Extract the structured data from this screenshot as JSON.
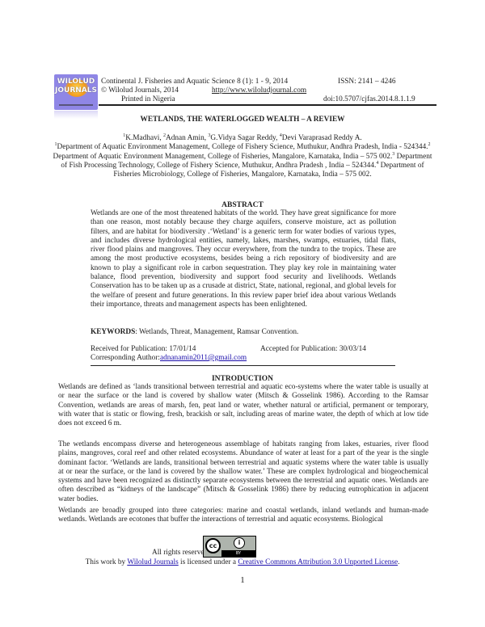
{
  "header": {
    "logo": {
      "line1": "WILOLUD",
      "line2": "JOURNALS"
    },
    "journal": "Continental J. Fisheries and Aquatic Science 8 (1): 1 - 9, 2014",
    "issn": "ISSN: 2141 – 4246",
    "copyright": "© Wilolud Journals, 2014",
    "url": "http://www.wiloludjournal.com",
    "printed": "Printed in Nigeria",
    "doi": "doi:10.5707/cjfas.2014.8.1.1.9"
  },
  "title": "WETLANDS, THE WATERLOGGED WEALTH – A REVIEW",
  "authors": {
    "a1": "K.Madhavi, ",
    "a2": "Adnan Amin, ",
    "a3": "G.Vidya Sagar Reddy, ",
    "a4": "Devi Varaprasad Reddy A.",
    "aff1": "Department of Aquatic Environment Management, College of Fishery Science, Muthukur, Andhra Pradesh, India - 524344.",
    "aff2": " Department of Aquatic Environment Management, College of Fisheries, Mangalore, Karnataka, India – 575 002.",
    "aff3": " Department of Fish Processing Technology, College of Fishery Science, Muthukur, Andhra Pradesh , India – 524344.",
    "aff4": " Department of Fisheries Microbiology, College of Fisheries, Mangalore, Karnataka, India – 575 002."
  },
  "abstract": {
    "heading": "ABSTRACT",
    "text": "Wetlands are one of the most threatened habitats of the world.  They have great significance for more than one reason, most notably because they charge aquifers, conserve moisture, act as pollution filters, and are habitat for biodiversity .‘Wetland’ is a generic term for water bodies of various types, and includes diverse hydrological entities, namely, lakes, marshes, swamps, estuaries, tidal flats, river flood plains and mangroves. They occur everywhere, from the tundra to the tropics. These are among the most productive ecosystems, besides being a rich repository of biodiversity and are known to play a significant role in carbon sequestration. They play key role in maintaining water balance, flood prevention, biodiversity and support food security and livelihoods. Wetlands Conservation has to be taken up as a crusade at district, State, national, regional, and global levels for the welfare of present and future generations. In this review paper brief idea about various Wetlands their importance, threats and management aspects has been enlightened."
  },
  "keywords": {
    "label": "KEYWORDS",
    "text": ": Wetlands, Threat, Management, Ramsar Convention."
  },
  "publication": {
    "received": "Received for Publication: 17/01/14",
    "accepted": "Accepted for Publication: 30/03/14",
    "corr_label": "Corresponding Author:",
    "corr_email": "adnanamin2011@gmail.com"
  },
  "introduction": {
    "heading": "INTRODUCTION",
    "p1": "Wetlands are defined as ‘lands transitional between terrestrial and aquatic eco-systems where the water table is usually at or near the surface or the land is covered by shallow water (Mitsch & Gosselink 1986). According to the Ramsar Convention, wetlands are areas of marsh, fen, peat land or water, whether natural or artificial, permanent or temporary, with water that is static or flowing, fresh, brackish or salt, including areas of marine water, the depth of which at low tide does not exceed 6 m.",
    "p2": "The wetlands encompass diverse and heterogeneous assemblage of habitats ranging from lakes, estuaries, river flood plains, mangroves, coral reef and other related ecosystems. Abundance of water at least for a part of the year is the single dominant factor. ‘Wetlands are lands, transitional between terrestrial and aquatic systems where the water table is usually at or near the surface, or the land is covered by the shallow water.’ These are complex hydrological and biogeochemical systems and have been recognized as distinctly separate ecosystems between the terrestrial and aquatic ones. Wetlands are often described as “kidneys of the landscape” (Mitsch & Gosselink 1986) there by reducing eutrophication in adjacent water bodies.",
    "p3": "Wetlands are broadly grouped into three categories: marine and coastal wetlands, inland wetlands and human-made wetlands. Wetlands are ecotones that buffer the interactions of terrestrial and aquatic ecosystems. Biological"
  },
  "footer": {
    "rights": "All rights reserved",
    "cc_badge": {
      "left": "cc",
      "right": "i",
      "bar": "BY"
    },
    "license_pre": "This work by ",
    "license_link1": "Wilolud Journals",
    "license_mid": " is licensed under a ",
    "license_link2": "Creative Commons Attribution 3.0 Unported License",
    "license_post": ".",
    "page_number": "1"
  }
}
